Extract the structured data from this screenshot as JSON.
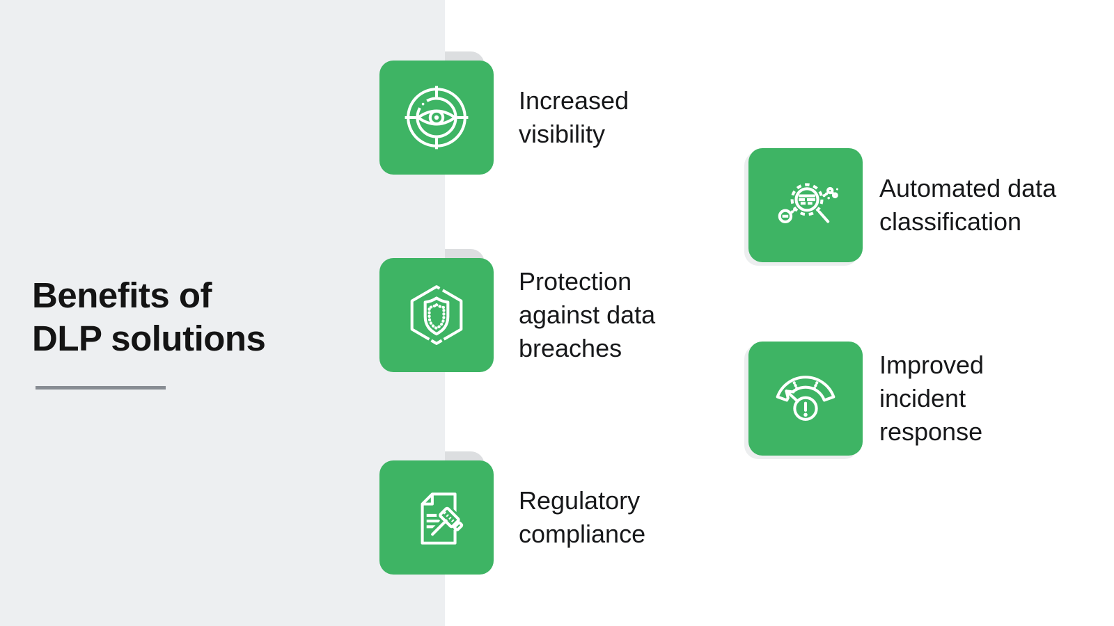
{
  "title": "Benefits of DLP solutions",
  "title_lines": [
    "Benefits of",
    "DLP solutions"
  ],
  "benefits": [
    {
      "label": "Increased visibility",
      "icon": "visibility-radar-icon"
    },
    {
      "label": "Protection against data breaches",
      "icon": "shield-hexagon-icon"
    },
    {
      "label": "Regulatory compliance",
      "icon": "document-gavel-icon"
    },
    {
      "label": "Automated data classification",
      "icon": "gear-magnifier-icon"
    },
    {
      "label": "Improved incident response",
      "icon": "gauge-alert-icon"
    }
  ],
  "colors": {
    "accent_green": "#3eb464",
    "panel_gray": "#edeff1",
    "tile_shadow_gray": "#dcdee0",
    "divider_gray": "#878c93",
    "text_dark": "#17181a",
    "icon_stroke": "#ffffff",
    "background": "#ffffff"
  }
}
